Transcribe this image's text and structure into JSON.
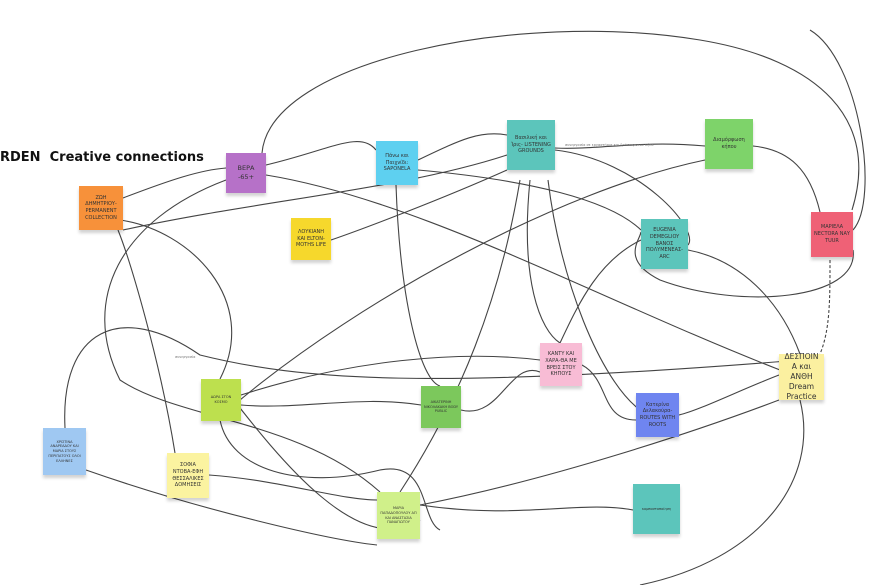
{
  "board": {
    "title": "RDEN  Creative connections"
  },
  "notes": [
    {
      "id": "zoi",
      "text": "ΖΩΗ ΔΗΜΗΤΡΙΟΥ- PERMANENT COLLECTION",
      "color": "#f7913a"
    },
    {
      "id": "vera",
      "text": "ΒΕΡΑ -65+",
      "color": "#b671c8"
    },
    {
      "id": "saponela",
      "text": "Πάνω και Παιχνίδι: SAPONELA",
      "color": "#5ed0f0"
    },
    {
      "id": "listening",
      "text": "Βασιλική και Ίρις- LISTENING GROUNDS",
      "color": "#5cc5bb"
    },
    {
      "id": "diamorfosi",
      "text": "Διαμόρφωση κήπου",
      "color": "#7ed36a"
    },
    {
      "id": "loukiani",
      "text": "ΛΟΥΚΙΑΝΗ ΚΑΙ ELTON- MOTHS LIFE",
      "color": "#f6d82c"
    },
    {
      "id": "eugenia",
      "text": "EUGENIA DEMEGLIOY ΒΑΝΟΣ ΠΟΛΥΜΕΝΕΑΣ- ARC",
      "color": "#5cc5bb"
    },
    {
      "id": "mariela",
      "text": "ΜΑΡΙΕΛΑ NECTORA ΝΑΥ TUUR",
      "color": "#ef6176"
    },
    {
      "id": "kanty",
      "text": "ΚΑΝΤΥ ΚΑΙ ΧΑΡΑ-ΘΑ ΜΕ ΒΡΕΙΣ ΣΤΟΥ ΚΗΠΟΥΣ",
      "color": "#f8bcd5"
    },
    {
      "id": "despoina",
      "text": "ΔΕΣΠΟΙΝΑ και ΑΝΘΗ Dream Practice",
      "color": "#fbf0a0"
    },
    {
      "id": "dora",
      "text": "ΔΩΡΑ ΣΤΟΝ ΚΟΣΜΟ",
      "color": "#bde04e"
    },
    {
      "id": "aikaterini",
      "text": "ΑΙΚΑΤΕΡΙΝΗ ΝΙΚΟΛΑΚΑΚΗ BODY PUBLIC",
      "color": "#7cc85c"
    },
    {
      "id": "katerina",
      "text": "Κατερίνα Δελακούρα- ROUTES WITH ROOTS",
      "color": "#6f85f0"
    },
    {
      "id": "christina",
      "text": "ΧΡΙΣΤΙΝΑ ΑΝΔΡΕΑΔΟΥ ΚΑΙ ΜΑΡΙΑ ΣΤΟΥΣ ΠΕΡΙΠΑΤΟΥΣ ΟΛΟΙ ΕΛΛΗΝΕΣ",
      "color": "#9fc8f2"
    },
    {
      "id": "sofia",
      "text": "ΣΟΦΙΑ ΝΤΟΒΑ-ΕΦΗ ΘΕΣΣΑΛΙΚΕΣ ΔΟΜΗΣΕΙΣ",
      "color": "#fbf3a0"
    },
    {
      "id": "maria",
      "text": "ΜΑΡΙΑ ΠΑΠΑΔΟΠΟΥΛΟΥ ΑΠ ΚΑΙ ΑΝΑΣΤΑΣΙΑ ΠΑΝΑΓΙΩΤΟΥ",
      "color": "#d0f08a"
    },
    {
      "id": "teal2",
      "text": "κομποστοποίηση",
      "color": "#5cc5bb"
    }
  ],
  "link_labels": {
    "a": "συνεργασία σε εργαστήρια και δράσεις στον κήπο",
    "b": "συνεργασία"
  }
}
